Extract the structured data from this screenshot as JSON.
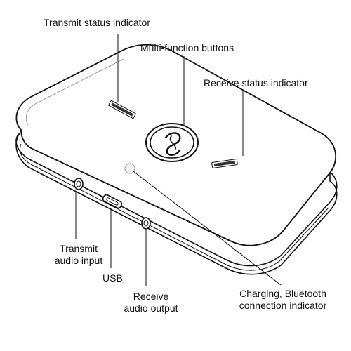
{
  "labels": {
    "transmit_status": "Transmit status indicator",
    "multi_function": "Multi-function buttons",
    "receive_status": "Receive status indicator",
    "transmit_input_line1": "Transmit",
    "transmit_input_line2": "audio input",
    "usb": "USB",
    "receive_output_line1": "Receive",
    "receive_output_line2": "audio output",
    "charging_line1": "Charging, Bluetooth",
    "charging_line2": "connection indicator"
  },
  "colors": {
    "outline": "#111111",
    "background": "#ffffff",
    "device_fill": "#ffffff",
    "shading": "#dcdcdc"
  },
  "icons": {
    "center_button": "bluetooth-swirl-icon"
  }
}
